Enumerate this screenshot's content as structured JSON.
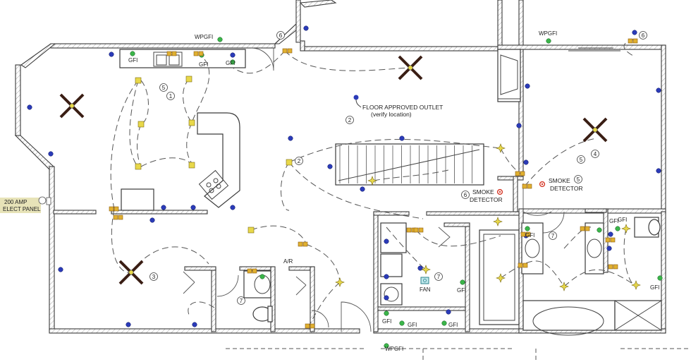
{
  "labels": {
    "wpgfi_1": "WPGFI",
    "wpgfi_2": "WPGFI",
    "wpgfi_3": "WPGFI",
    "gfi_kitchen_1": "GFI",
    "gfi_kitchen_2": "GFI",
    "gfi_kitchen_3": "GFI",
    "floor_outlet_line1": "FLOOR APPROVED OUTLET",
    "floor_outlet_line2": "(verify location)",
    "smoke_1_line1": "SMOKE",
    "smoke_1_line2": "DETECTOR",
    "smoke_2_line1": "SMOKE",
    "smoke_2_line2": "DETECTOR",
    "elect_panel_line1": "200 AMP",
    "elect_panel_line2": "ELECT PANEL",
    "ar": "A/R",
    "fan": "FAN",
    "gfi_laundry": "GFI",
    "gfi_bath_a": "GFI",
    "gfi_bath_b": "GFI",
    "gfi_bath_c": "GFI",
    "gfi_bath_d": "GFI",
    "gfi_bath_e": "GFI",
    "gfi_bath_f": "GFI",
    "gfi_bath_g": "GFI"
  },
  "circuit_tags": [
    "6",
    "5",
    "2",
    "6",
    "2",
    "3",
    "7",
    "7",
    "5",
    "4",
    "6",
    "7",
    "5",
    "1"
  ],
  "colors": {
    "outlet": "#2b3bb8",
    "gfi_outlet": "#3bb54a",
    "switch": "#e0b030",
    "light": "#e8d84a",
    "ceiling_fan": "#3a1e14",
    "smoke": "#d63a2a",
    "panel_highlight": "#e7e3b8"
  }
}
